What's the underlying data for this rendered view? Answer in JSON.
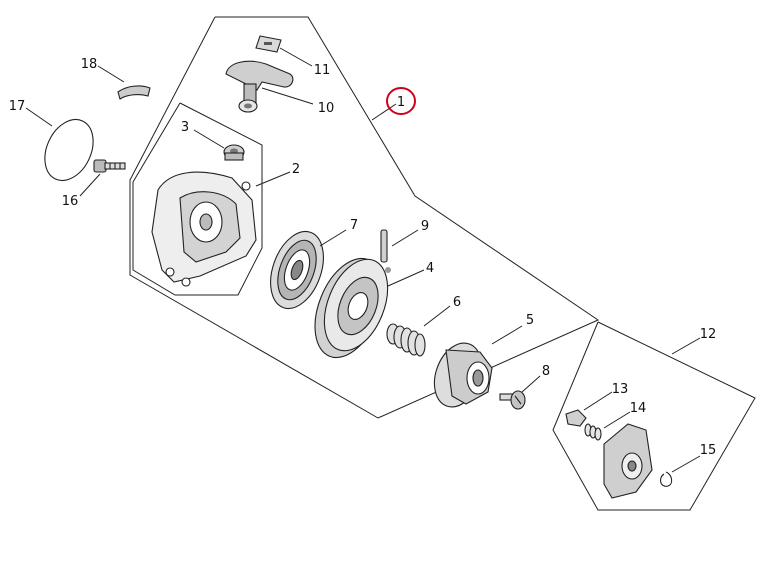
{
  "diagram": {
    "highlight_color": "#d0021b",
    "line_color": "#222222",
    "highlighted_callout": "1",
    "parts": [
      {
        "id": "p1",
        "label": "1"
      },
      {
        "id": "p2",
        "label": "2"
      },
      {
        "id": "p3",
        "label": "3"
      },
      {
        "id": "p4",
        "label": "4"
      },
      {
        "id": "p5",
        "label": "5"
      },
      {
        "id": "p6",
        "label": "6"
      },
      {
        "id": "p7",
        "label": "7"
      },
      {
        "id": "p8",
        "label": "8"
      },
      {
        "id": "p9",
        "label": "9"
      },
      {
        "id": "p10",
        "label": "10"
      },
      {
        "id": "p11",
        "label": "11"
      },
      {
        "id": "p12",
        "label": "12"
      },
      {
        "id": "p13",
        "label": "13"
      },
      {
        "id": "p14",
        "label": "14"
      },
      {
        "id": "p15",
        "label": "15"
      },
      {
        "id": "p16",
        "label": "16"
      },
      {
        "id": "p17",
        "label": "17"
      },
      {
        "id": "p18",
        "label": "18"
      }
    ]
  }
}
